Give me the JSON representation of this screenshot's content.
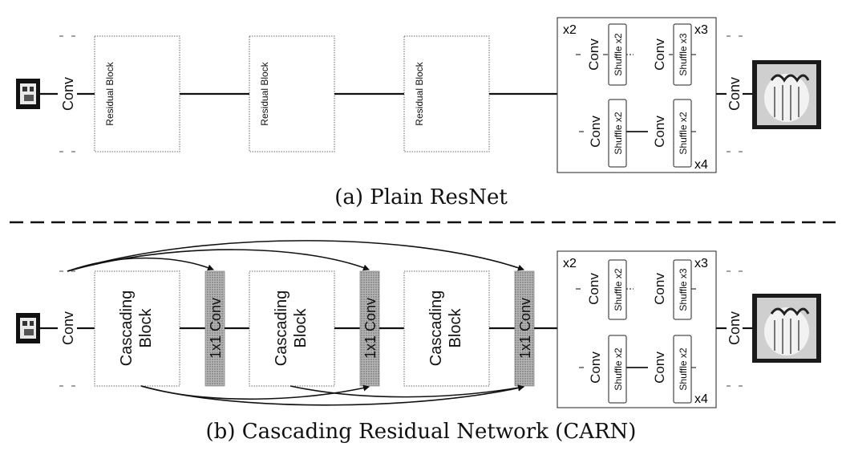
{
  "panel_a": {
    "caption": "(a) Plain ResNet",
    "conv_in": "Conv",
    "blocks": [
      "Residual Block",
      "Residual Block",
      "Residual Block"
    ],
    "conv_out": "Conv"
  },
  "panel_b": {
    "caption": "(b) Cascading Residual Network (CARN)",
    "conv_in": "Conv",
    "block_line1": "Cascading",
    "block_line2": "Block",
    "one_by_one": "1x1 Conv",
    "conv_out": "Conv"
  },
  "upsampler": {
    "scale_x2": "x2",
    "scale_x3": "x3",
    "scale_x4": "x4",
    "conv": "Conv",
    "shuffle_x2": "Shuffle x2",
    "shuffle_x3": "Shuffle x3"
  },
  "colors": {
    "one_by_one_fill": "#9a9a9a",
    "line": "#111111"
  }
}
